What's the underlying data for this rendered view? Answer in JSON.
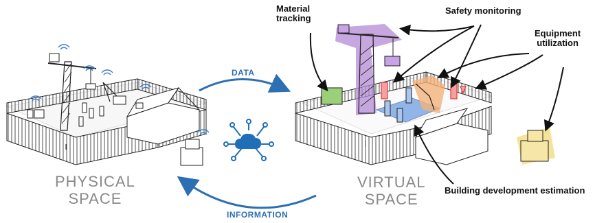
{
  "labels": {
    "material_tracking": "Material\ntracking",
    "safety_monitoring": "Safety monitoring",
    "equipment_utilization": "Equipment\nutilization",
    "building_development": "Building development estimation",
    "physical_space": "PHYSICAL\nSPACE",
    "virtual_space": "VIRTUAL\nSPACE",
    "data_flow": "DATA",
    "information_flow": "INFORMATION"
  },
  "colors": {
    "arrow_blue": "#2d6fb3",
    "cloud_blue": "#1f6fb8",
    "crane_purple": "#b48ad6",
    "safety_red": "#e23b3b",
    "equipment_orange": "#f2b27a",
    "material_green": "#9ccf7a",
    "building_blue": "#6f9ee0",
    "equipment_yellow": "#f3de8a",
    "label_gray": "#8a8a8a"
  },
  "icons": [
    "wifi-icon",
    "cloud-network-icon",
    "crane-icon",
    "excavator-icon",
    "fence",
    "worker-icon"
  ]
}
